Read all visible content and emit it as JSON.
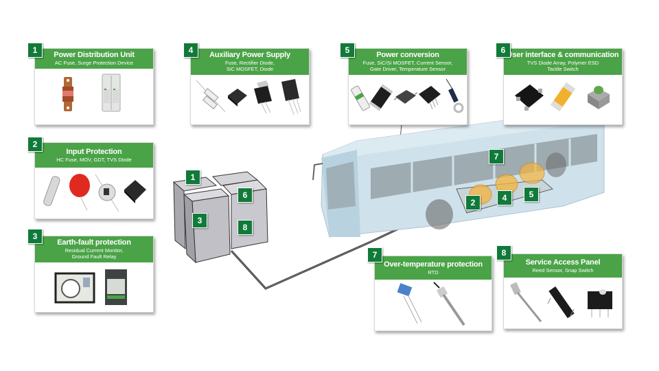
{
  "diagram": {
    "subject": "Electric bus power and protection system",
    "accent_color": "#4aa347",
    "badge_color": "#117a3a"
  },
  "cards": [
    {
      "number": "1",
      "title": "Power Distribution Unit",
      "subtitle": "AC Fuse, Surge Protection Device",
      "components": [
        "ac-fuse",
        "surge-protection-device"
      ]
    },
    {
      "number": "2",
      "title": "Input Protection",
      "subtitle": "HC Fuse, MOV, GDT, TVS Diode",
      "components": [
        "hc-fuse",
        "mov",
        "gdt",
        "tvs-diode"
      ]
    },
    {
      "number": "3",
      "title": "Earth-fault protection",
      "subtitle": "Residual Current Monitor,",
      "subtitle2": "Ground Fault Relay",
      "components": [
        "residual-current-monitor",
        "ground-fault-relay"
      ]
    },
    {
      "number": "4",
      "title": "Auxiliary Power Supply",
      "subtitle": "Fuse, Rectifier Diode,",
      "subtitle2": "SiC MOSFET, Diode",
      "components": [
        "fuse",
        "rectifier-diode",
        "sic-mosfet",
        "diode"
      ]
    },
    {
      "number": "5",
      "title": "Power conversion",
      "subtitle": "Fuse, SiC/Si MOSFET, Current Sensor,",
      "subtitle2": "Gate Driver, Temperature Sensor",
      "components": [
        "fuse",
        "mosfet",
        "current-sensor",
        "gate-driver",
        "temperature-sensor"
      ]
    },
    {
      "number": "6",
      "title": "User interface & communication",
      "subtitle": "TVS Diode Array, Polymer ESD",
      "subtitle2": "Tactile Switch",
      "components": [
        "tvs-diode-array",
        "polymer-esd",
        "tactile-switch"
      ]
    },
    {
      "number": "7",
      "title": "Over-temperature protection",
      "subtitle": "RTD",
      "components": [
        "rtd-chip",
        "rtd-probe"
      ]
    },
    {
      "number": "8",
      "title": "Service Access Panel",
      "subtitle": "Reed Sensor, Snap Switch",
      "components": [
        "reed-sensor-probe",
        "reed-sensor",
        "snap-switch"
      ]
    }
  ],
  "cabinet_labels": [
    "1",
    "3",
    "6",
    "8"
  ],
  "bus_labels": [
    "7",
    "2",
    "4",
    "5"
  ]
}
